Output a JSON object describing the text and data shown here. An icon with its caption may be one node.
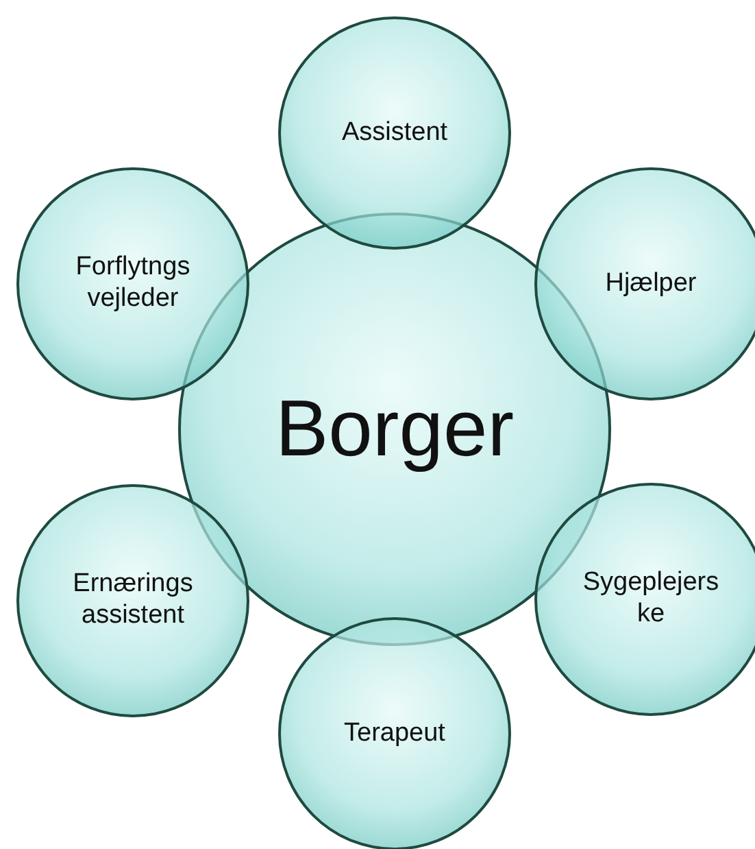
{
  "diagram": {
    "nodes": [
      {
        "text": [
          "Assistent"
        ]
      },
      {
        "text": [
          "Forflytngs vejleder"
        ]
      },
      {
        "text": [
          "Hjælper"
        ]
      },
      {
        "text": [
          "Borger"
        ]
      },
      {
        "text": [
          "Ernærings assistent"
        ]
      },
      {
        "text": [
          "Sygeplejerske"
        ]
      },
      {
        "text": [
          "Terapeut"
        ]
      }
    ],
    "edges": []
  }
}
